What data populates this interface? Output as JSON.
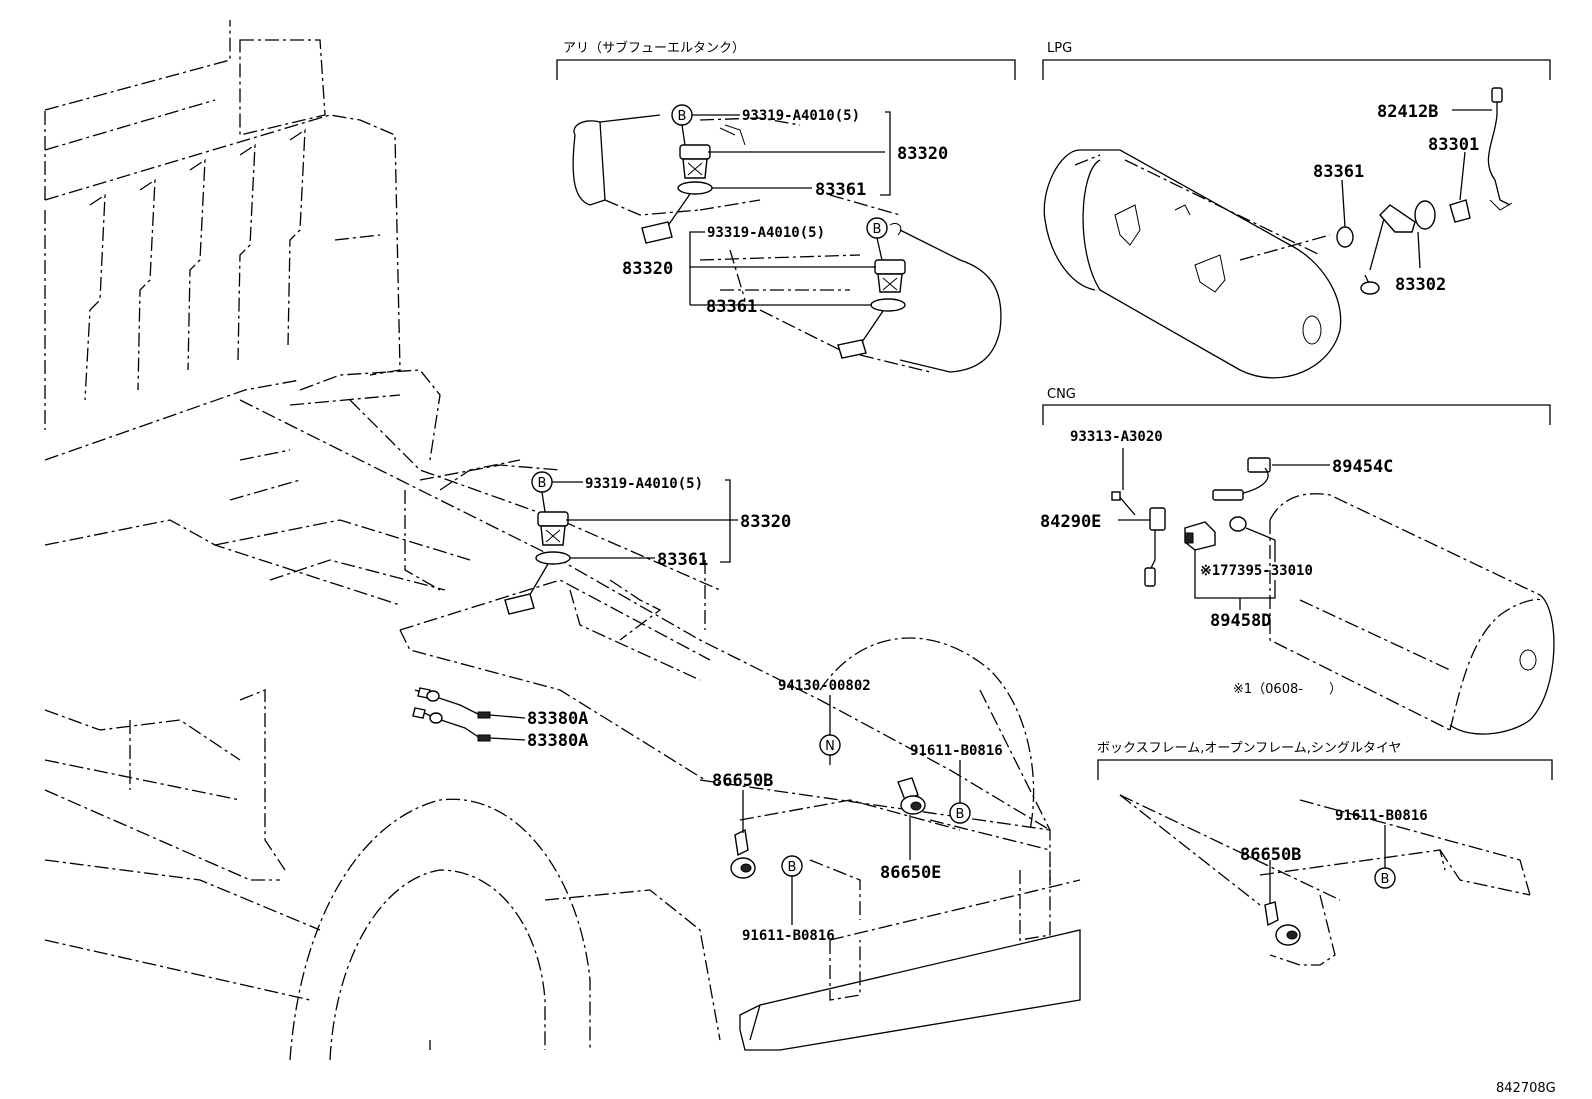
{
  "sections": {
    "sub_tank": "アリ（サブフューエルタンク）",
    "lpg": "LPG",
    "cng": "CNG",
    "box_frame": "ボックスフレーム,オープンフレーム,シングルタイヤ"
  },
  "labels": {
    "top_b_screw": "93319-A4010(5)",
    "top_pump": "83320",
    "top_gasket": "83361",
    "mid_b_screw": "93319-A4010(5)",
    "mid_pump": "83320",
    "mid_gasket": "83361",
    "main_b_screw": "93319-A4010(5)",
    "main_pump": "83320",
    "main_gasket": "83361",
    "lpg_wire": "82412B",
    "lpg_grommet": "83301",
    "lpg_gasket": "83361",
    "lpg_gauge": "83302",
    "cng_bolt": "93313-A3020",
    "cng_connector": "89454C",
    "cng_bracket": "84290E",
    "cng_oring": "※177395-33010",
    "cng_sensor": "89458D",
    "cng_note": "※1（0608-　　）",
    "wire_1": "83380A",
    "wire_2": "83380A",
    "nut": "94130-00802",
    "buzzer_b": "86650B",
    "buzzer_e": "86650E",
    "bolt_right": "91611-B0816",
    "bolt_bottom": "91611-B0816",
    "box_bolt": "91611-B0816",
    "box_buzzer": "86650B"
  },
  "markers": {
    "b": "B",
    "n": "N"
  },
  "figure_code": "842708G"
}
